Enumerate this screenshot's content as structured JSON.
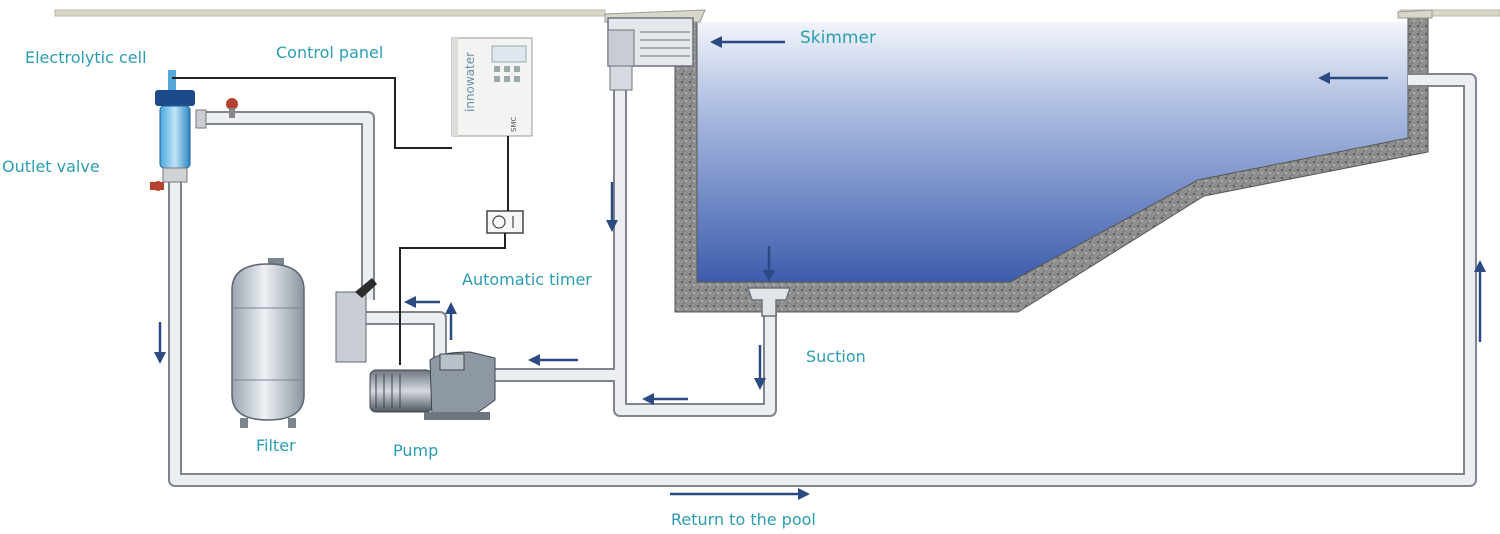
{
  "labels": {
    "electrolytic_cell": "Electrolytic cell",
    "control_panel": "Control panel",
    "outlet_valve": "Outlet valve",
    "automatic_timer": "Automatic timer",
    "filter": "Filter",
    "pump": "Pump",
    "skimmer": "Skimmer",
    "suction": "Suction",
    "return_to_pool": "Return to the pool"
  },
  "device": {
    "brand": "innowater",
    "model": "SMC"
  },
  "colors": {
    "label": "#2a9db3",
    "water_top": "#eaf0fa",
    "water_bottom": "#3d5cad",
    "concrete": "#8c8c8c",
    "pipe": "#e6e9ee",
    "arrow": "#2c4a82"
  }
}
